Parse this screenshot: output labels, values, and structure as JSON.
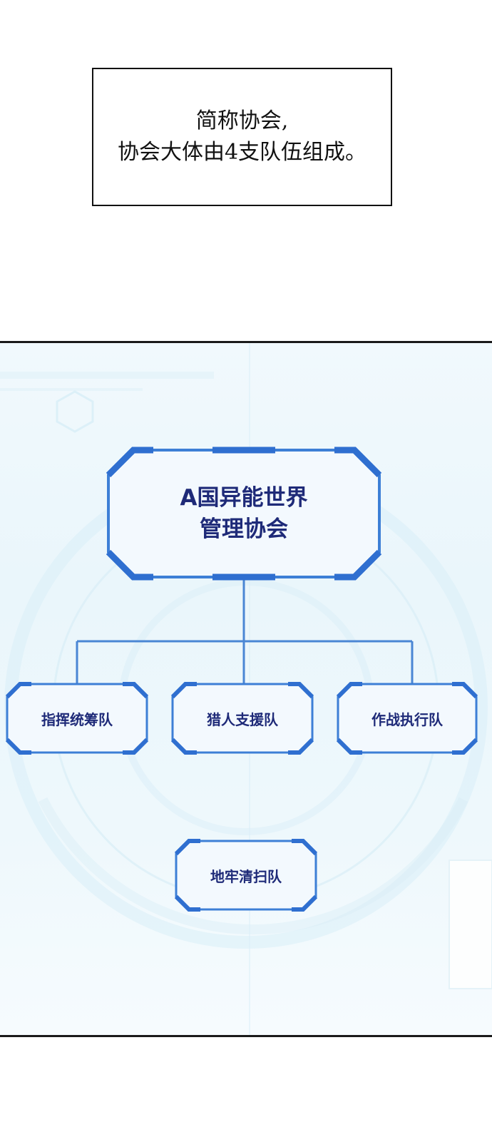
{
  "caption": {
    "line1": "简称协会,",
    "line2": "协会大体由4支队伍组成。"
  },
  "org_chart": {
    "root": {
      "line1": "A国异能世界",
      "line2": "管理协会"
    },
    "teams": [
      "指挥统筹队",
      "猎人支援队",
      "作战执行队",
      "地牢清扫队"
    ]
  },
  "colors": {
    "node_border": "#3d7fd6",
    "node_fill": "#f3f9fe",
    "connector": "#4a86d4",
    "label_text": "#1e2a78",
    "panel_bg": "#edf7fc"
  }
}
